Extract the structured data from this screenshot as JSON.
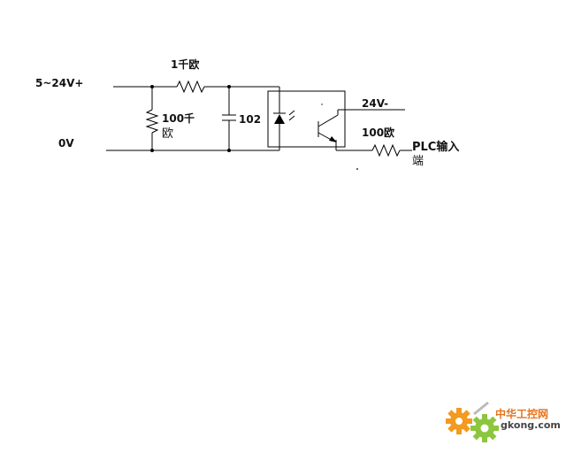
{
  "labels": {
    "supply_positive": "5~24V+",
    "supply_zero": "0V",
    "series_resistor": "1千欧",
    "shunt_resistor_line1": "100千",
    "shunt_resistor_line2": "欧",
    "capacitor": "102",
    "supply_24v_negative": "24V-",
    "output_resistor": "100欧",
    "plc_input_line1": "PLC输入",
    "plc_input_line2": "端"
  },
  "watermark": {
    "name": "中华工控网",
    "url": "gkong.com",
    "gear_color_1": "#f39a1f",
    "gear_color_2": "#8cc63e",
    "text_color": "#e8731a"
  }
}
